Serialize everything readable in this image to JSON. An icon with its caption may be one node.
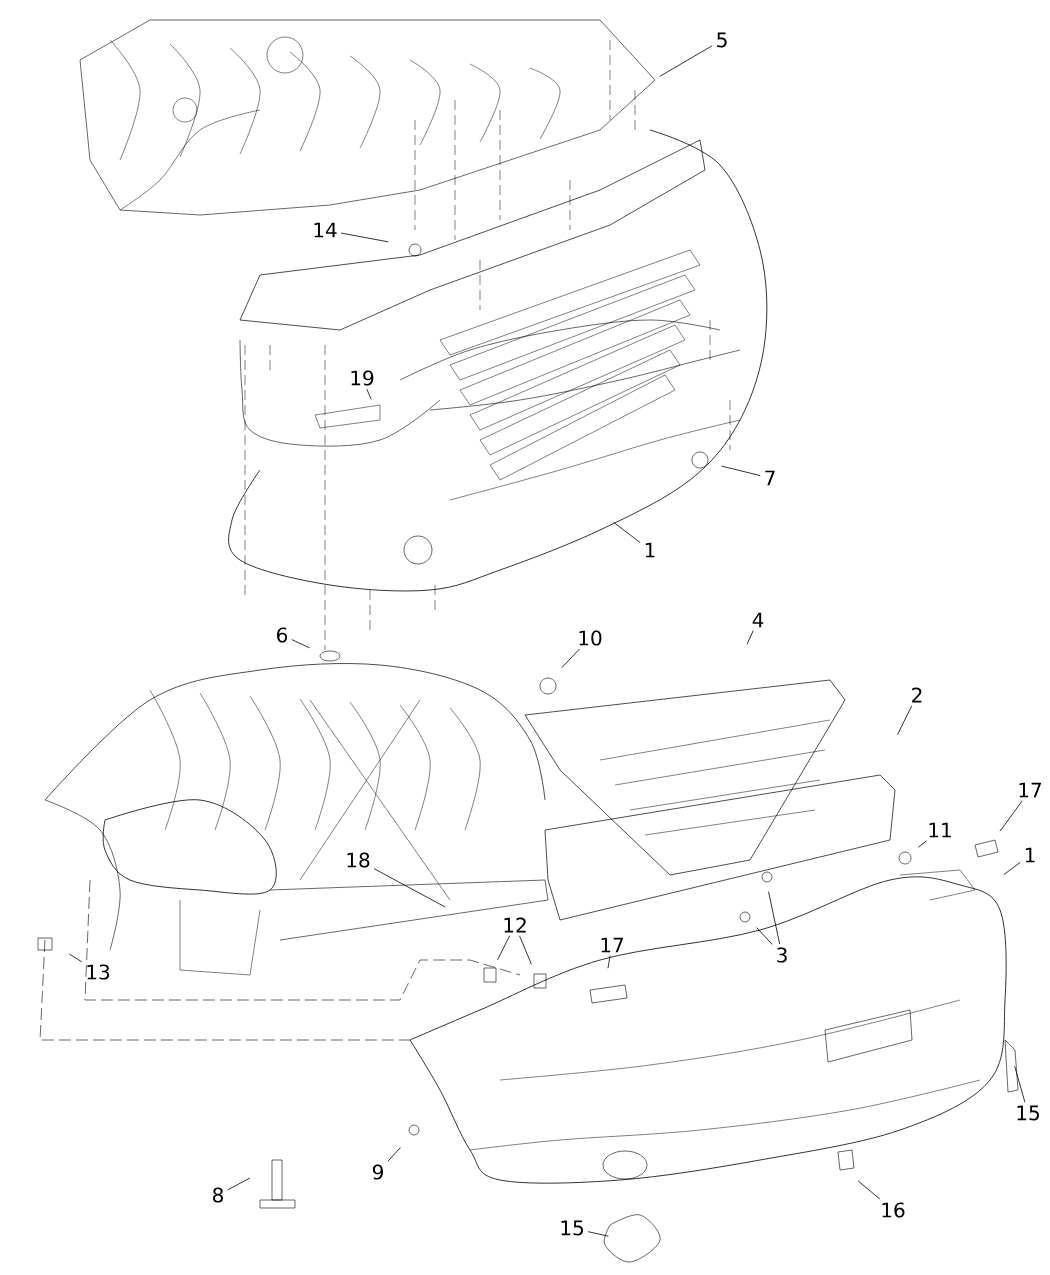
{
  "diagram": {
    "nodes": [
      {
        "text": [
          "5"
        ]
      },
      {
        "text": [
          "14"
        ]
      },
      {
        "text": [
          "19"
        ]
      },
      {
        "text": [
          "7"
        ]
      },
      {
        "text": [
          "1"
        ]
      },
      {
        "text": [
          "6"
        ]
      },
      {
        "text": [
          "10"
        ]
      },
      {
        "text": [
          "4"
        ]
      },
      {
        "text": [
          "2"
        ]
      },
      {
        "text": [
          "17"
        ]
      },
      {
        "text": [
          "11"
        ]
      },
      {
        "text": [
          "1"
        ]
      },
      {
        "text": [
          "18"
        ]
      },
      {
        "text": [
          "12"
        ]
      },
      {
        "text": [
          "17"
        ]
      },
      {
        "text": [
          "3"
        ]
      },
      {
        "text": [
          "13"
        ]
      },
      {
        "text": [
          "15"
        ]
      },
      {
        "text": [
          "8"
        ]
      },
      {
        "text": [
          "9"
        ]
      },
      {
        "text": [
          "16"
        ]
      },
      {
        "text": [
          "15"
        ]
      }
    ],
    "edges": [
      {
        "from": 0,
        "to": null,
        "arrow": "none"
      },
      {
        "from": 1,
        "to": null,
        "arrow": "none"
      },
      {
        "from": 2,
        "to": null,
        "arrow": "none"
      },
      {
        "from": 3,
        "to": null,
        "arrow": "none"
      },
      {
        "from": 4,
        "to": null,
        "arrow": "none"
      },
      {
        "from": 5,
        "to": null,
        "arrow": "none"
      },
      {
        "from": 6,
        "to": null,
        "arrow": "none"
      },
      {
        "from": 7,
        "to": null,
        "arrow": "none"
      },
      {
        "from": 8,
        "to": null,
        "arrow": "none"
      },
      {
        "from": 9,
        "to": null,
        "arrow": "none"
      },
      {
        "from": 10,
        "to": null,
        "arrow": "none"
      },
      {
        "from": 11,
        "to": null,
        "arrow": "none"
      },
      {
        "from": 12,
        "to": null,
        "arrow": "none"
      },
      {
        "from": 13,
        "to": null,
        "arrow": "none"
      },
      {
        "from": 13,
        "to": null,
        "arrow": "none"
      },
      {
        "from": 14,
        "to": null,
        "arrow": "none"
      },
      {
        "from": 15,
        "to": null,
        "arrow": "none"
      },
      {
        "from": 15,
        "to": null,
        "arrow": "none"
      },
      {
        "from": 16,
        "to": null,
        "arrow": "none"
      },
      {
        "from": 17,
        "to": null,
        "arrow": "none"
      },
      {
        "from": 18,
        "to": null,
        "arrow": "none"
      },
      {
        "from": 19,
        "to": null,
        "arrow": "none"
      },
      {
        "from": 20,
        "to": null,
        "arrow": "none"
      },
      {
        "from": 21,
        "to": null,
        "arrow": "none"
      }
    ]
  }
}
